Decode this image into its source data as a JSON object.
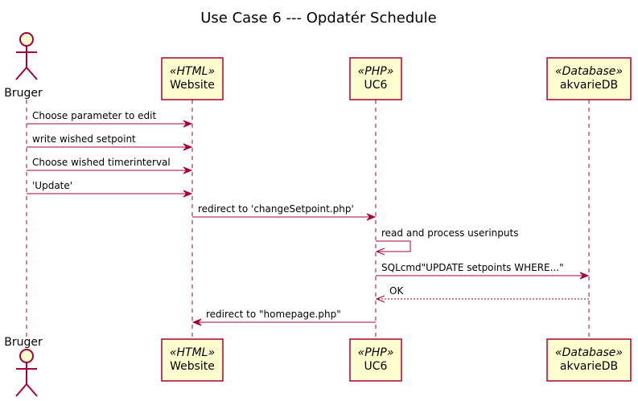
{
  "title": "Use Case 6 --- Opdatér Schedule",
  "participants": [
    {
      "id": "bruger",
      "kind": "actor",
      "stereotype": "",
      "name": "Bruger"
    },
    {
      "id": "website",
      "kind": "participant",
      "stereotype": "«HTML»",
      "name": "Website"
    },
    {
      "id": "uc6",
      "kind": "participant",
      "stereotype": "«PHP»",
      "name": "UC6"
    },
    {
      "id": "akvariedb",
      "kind": "participant",
      "stereotype": "«Database»",
      "name": "akvarieDB"
    }
  ],
  "messages": [
    {
      "from": "bruger",
      "to": "website",
      "label": "Choose parameter to edit",
      "style": "solid"
    },
    {
      "from": "bruger",
      "to": "website",
      "label": "write wished setpoint",
      "style": "solid"
    },
    {
      "from": "bruger",
      "to": "website",
      "label": "Choose wished timerinterval",
      "style": "solid"
    },
    {
      "from": "bruger",
      "to": "website",
      "label": "'Update'",
      "style": "solid"
    },
    {
      "from": "website",
      "to": "uc6",
      "label": "redirect to 'changeSetpoint.php'",
      "style": "solid"
    },
    {
      "from": "uc6",
      "to": "uc6",
      "label": "read and process userinputs",
      "style": "self"
    },
    {
      "from": "uc6",
      "to": "akvariedb",
      "label": "SQLcmd\"UPDATE setpoints WHERE...\"",
      "style": "solid"
    },
    {
      "from": "akvariedb",
      "to": "uc6",
      "label": "OK",
      "style": "dashed"
    },
    {
      "from": "uc6",
      "to": "website",
      "label": "redirect to \"homepage.php\"",
      "style": "solid"
    }
  ],
  "colors": {
    "line": "#A80036",
    "fill": "#FEFECE",
    "text": "#000000",
    "background": "#FFFFFF"
  }
}
